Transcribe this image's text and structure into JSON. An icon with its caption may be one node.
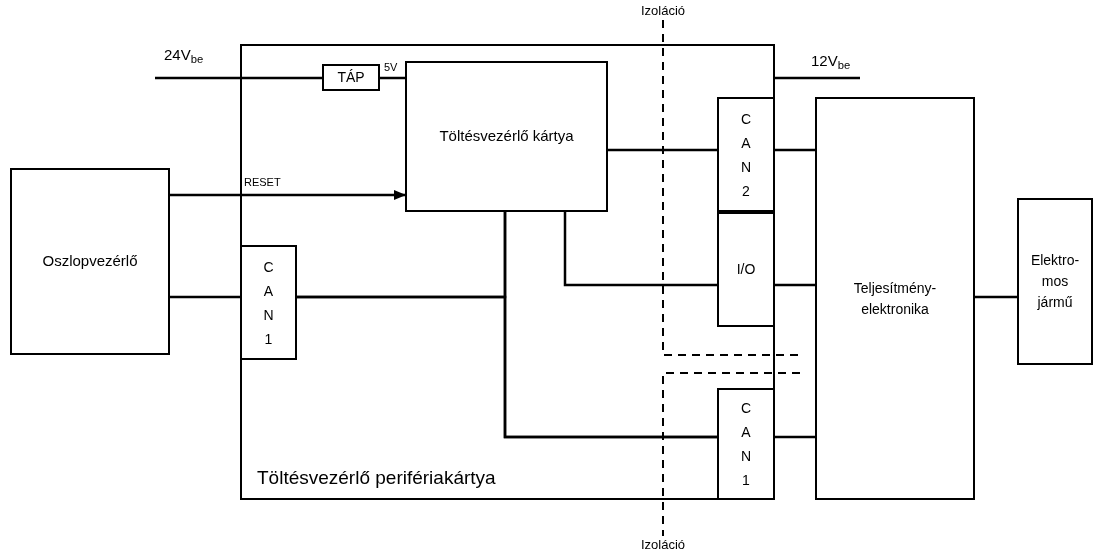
{
  "diagram": {
    "nodes": [
      {
        "text": [
          "Töltésvezérlő perifériakártya"
        ]
      },
      {
        "text": [
          "Oszlopvezérlő"
        ]
      },
      {
        "text": [
          "TÁP"
        ],
        "in": 0
      },
      {
        "text": [
          "Töltésvezérlő kártya"
        ],
        "in": 0
      },
      {
        "text": [
          "C A N 1"
        ],
        "in": 0
      },
      {
        "text": [
          "C A N 2"
        ],
        "in": 0
      },
      {
        "text": [
          "I/O"
        ],
        "in": 0
      },
      {
        "text": [
          "C A N 1"
        ],
        "in": 0
      },
      {
        "text": [
          "Teljesítmény-elektronika"
        ]
      },
      {
        "text": [
          "Elektro-mos jármű"
        ]
      }
    ],
    "edges": [
      {
        "from": null,
        "to": 2,
        "arrow": "none",
        "label": "24V$_{be}$"
      },
      {
        "from": 2,
        "to": 3,
        "arrow": "none",
        "label": "5V"
      },
      {
        "from": 1,
        "to": 3,
        "arrow": "to",
        "label": "RESET"
      },
      {
        "from": 0,
        "to": null,
        "arrow": "none",
        "label": "12V$_{be}$"
      },
      {
        "from": 4,
        "to": 1,
        "arrow": "none"
      },
      {
        "from": 3,
        "to": 4,
        "arrow": "none"
      },
      {
        "from": 3,
        "to": 7,
        "arrow": "none"
      },
      {
        "from": 3,
        "to": 5,
        "arrow": "none"
      },
      {
        "from": 5,
        "to": 8,
        "arrow": "none"
      },
      {
        "from": 3,
        "to": 6,
        "arrow": "none"
      },
      {
        "from": 6,
        "to": 8,
        "arrow": "none"
      },
      {
        "from": 7,
        "to": 8,
        "arrow": "none"
      },
      {
        "from": 8,
        "to": 9,
        "arrow": "none"
      },
      {
        "from": 4,
        "to": 7,
        "arrow": "none"
      }
    ],
    "labels": [
      "Izoláció",
      "Izoláció"
    ]
  }
}
